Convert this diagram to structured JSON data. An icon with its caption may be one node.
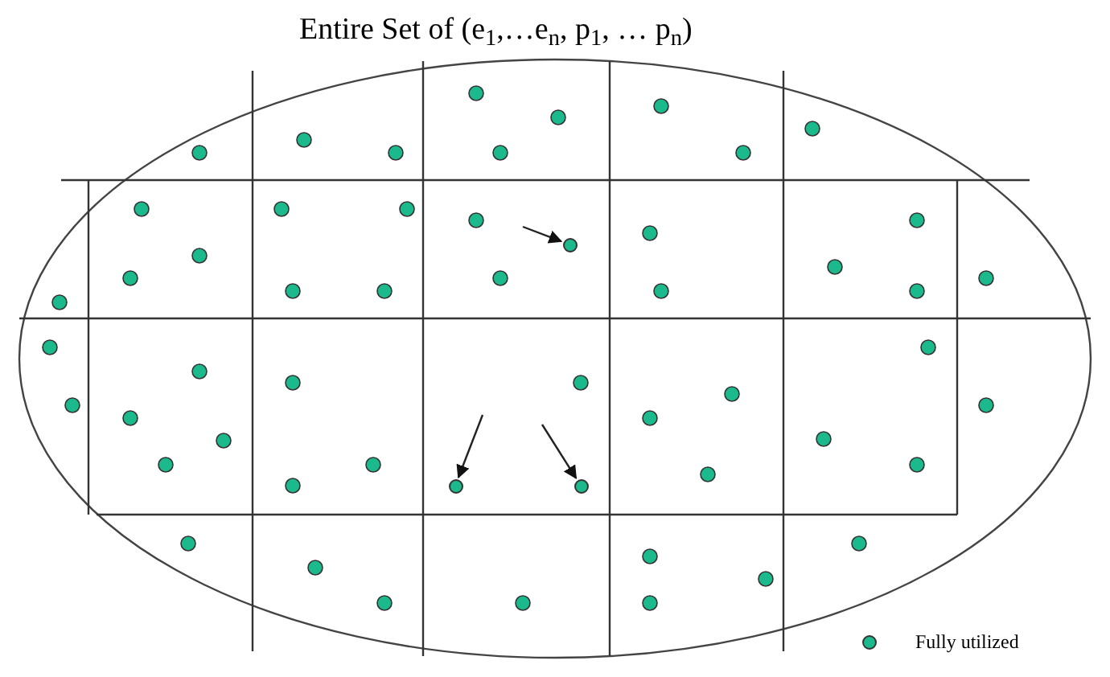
{
  "diagram": {
    "title": "Entire Set of (e$_{1}$,…e$_{n}$, p$_{1}$, … p$_{n}$)",
    "nodes": [
      {
        "text": [],
        "shape": "circle"
      },
      {
        "text": [],
        "shape": "circle"
      },
      {
        "text": [],
        "shape": "circle"
      }
    ],
    "edges": [
      {
        "from": null,
        "to": 0,
        "arrow": "to"
      },
      {
        "from": null,
        "to": 1,
        "arrow": "to"
      },
      {
        "from": null,
        "to": 2,
        "arrow": "to"
      }
    ],
    "legend": [
      {
        "text": "Fully utilized",
        "color": "#1cb98c"
      }
    ]
  }
}
